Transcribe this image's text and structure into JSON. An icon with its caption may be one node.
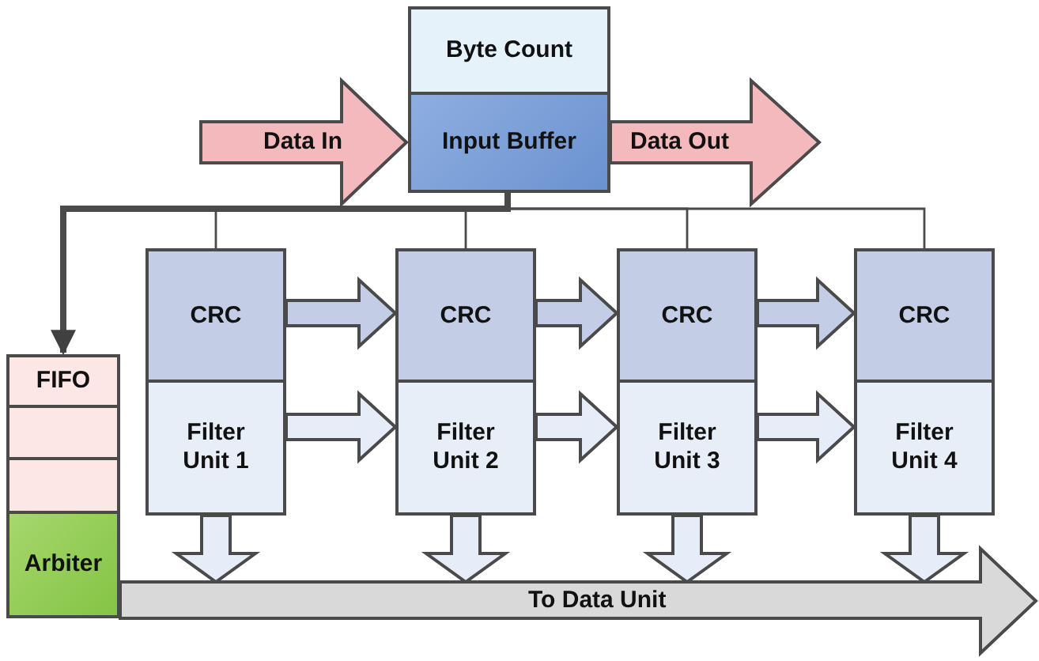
{
  "diagram": {
    "nodes": [
      {
        "text": [
          "Byte Count"
        ]
      },
      {
        "text": [
          "Data In"
        ]
      },
      {
        "text": [
          "Input Buffer"
        ]
      },
      {
        "text": [
          "Data Out"
        ]
      },
      {
        "text": [
          "FIFO"
        ]
      },
      {
        "text": [],
        "shape": "box"
      },
      {
        "text": [],
        "shape": "box"
      },
      {
        "text": [
          "Arbiter"
        ]
      },
      {
        "text": [
          "CRC"
        ]
      },
      {
        "text": [
          "CRC"
        ]
      },
      {
        "text": [
          "CRC"
        ]
      },
      {
        "text": [
          "CRC"
        ]
      },
      {
        "text": [
          "Filter Unit 1"
        ]
      },
      {
        "text": [
          "Filter Unit 2"
        ]
      },
      {
        "text": [
          "Filter Unit 3"
        ]
      },
      {
        "text": [
          "Filter Unit 4"
        ]
      },
      {
        "text": [
          "To Data Unit"
        ]
      }
    ],
    "edges": [
      {
        "from": 2,
        "to": 4,
        "arrow": "to",
        "style": "thick"
      },
      {
        "from": 2,
        "to": 8,
        "arrow": "none"
      },
      {
        "from": 2,
        "to": 9,
        "arrow": "none"
      },
      {
        "from": 2,
        "to": 10,
        "arrow": "none"
      },
      {
        "from": 2,
        "to": 11,
        "arrow": "none"
      },
      {
        "from": 8,
        "to": 9,
        "arrow": "to",
        "color": "#c3cde6"
      },
      {
        "from": 9,
        "to": 10,
        "arrow": "to",
        "color": "#c3cde6"
      },
      {
        "from": 10,
        "to": 11,
        "arrow": "to",
        "color": "#c3cde6"
      },
      {
        "from": 12,
        "to": 13,
        "arrow": "to"
      },
      {
        "from": 13,
        "to": 14,
        "arrow": "to"
      },
      {
        "from": 14,
        "to": 15,
        "arrow": "to"
      },
      {
        "from": 12,
        "to": 16,
        "arrow": "to"
      },
      {
        "from": 13,
        "to": 16,
        "arrow": "to"
      },
      {
        "from": 14,
        "to": 16,
        "arrow": "to"
      },
      {
        "from": 15,
        "to": 16,
        "arrow": "to"
      }
    ]
  }
}
